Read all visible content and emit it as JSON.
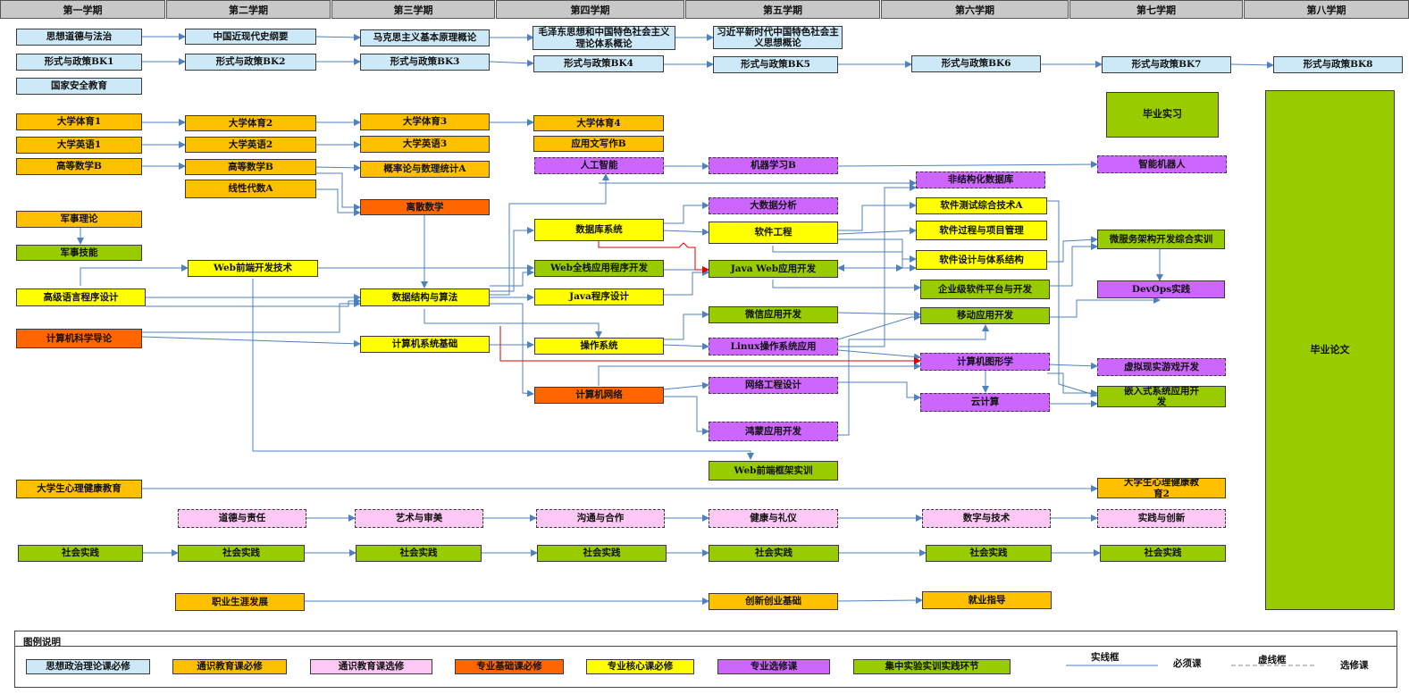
{
  "semesters": [
    "第一学期",
    "第二学期",
    "第三学期",
    "第四学期",
    "第五学期",
    "第六学期",
    "第七学期",
    "第八学期"
  ],
  "courses": {
    "sxdd": "思想道德与法治",
    "zgjd": "中国近现代史纲要",
    "mksz": "马克思主义基本原理概论",
    "mzdsx": "毛泽东思想和中国特色社会主义理论体系概论",
    "xjp": "习近平新时代中国特色社会主义思想概论",
    "xszc1": "形式与政策BK1",
    "xszc2": "形式与政策BK2",
    "xszc3": "形式与政策BK3",
    "xszc4": "形式与政策BK4",
    "xszc5": "形式与政策BK5",
    "xszc6": "形式与政策BK6",
    "xszc7": "形式与政策BK7",
    "xszc8": "形式与政策BK8",
    "gjaq": "国家安全教育",
    "ty1": "大学体育1",
    "ty2": "大学体育2",
    "ty3": "大学体育3",
    "ty4": "大学体育4",
    "yy1": "大学英语1",
    "yy2": "大学英语2",
    "yy3": "大学英语3",
    "yywx": "应用文写作B",
    "gdsx1": "高等数学B",
    "gdsx2": "高等数学B",
    "gll": "概率论与数理统计A",
    "xxds": "线性代数A",
    "lsss": "离散数学",
    "jsll": "军事理论",
    "jsjn": "军事技能",
    "web": "Web前端开发技术",
    "gjyy": "高级语言程序设计",
    "jsjdl": "计算机科学导论",
    "sjjg": "数据结构与算法",
    "jsjxt": "计算机系统基础",
    "rgzn": "人工智能",
    "sjk": "数据库系统",
    "webqz": "Web全栈应用程序开发",
    "java": "Java程序设计",
    "czxt": "操作系统",
    "jsjwl": "计算机网络",
    "jqxx": "机器学习B",
    "dsj": "大数据分析",
    "rjgc": "软件工程",
    "javaweb": "Java Web应用开发",
    "wxyy": "微信应用开发",
    "linux": "Linux操作系统应用",
    "wlgc": "网络工程设计",
    "hmyy": "鸿蒙应用开发",
    "webkj": "Web前端框架实训",
    "fjgh": "非结构化数据库",
    "rjcs": "软件测试综合技术A",
    "rjgl": "软件过程与项目管理",
    "rjsj": "软件设计与体系结构",
    "qyj": "企业级软件平台与开发",
    "yddk": "移动应用开发",
    "jsjtx": "计算机图形学",
    "yjs": "云计算",
    "byxs": "毕业实习",
    "zhjqr": "智能机器人",
    "wfw": "微服务架构开发综合实训",
    "devops": "DevOps实践",
    "xnxs": "虚拟现实游戏开发",
    "qrs": "嵌入式系统应用开发",
    "bylw": "毕业论文",
    "xl1": "大学生心理健康教育",
    "xl2": "大学生心理健康教育2",
    "ddzr": "道德与责任",
    "ysmy": "艺术与审美",
    "gthz": "沟通与合作",
    "jkly": "健康与礼仪",
    "szjs": "数字与技术",
    "sjcx": "实践与创新",
    "shsj": "社会实践",
    "zysy": "职业生涯发展",
    "cxcy": "创新创业基础",
    "jyzd": "就业指导"
  },
  "legend": {
    "title": "图例说明",
    "pol": "思想政治理论课必修",
    "gen": "通识教育课必修",
    "opt": "通识教育课选修",
    "base": "专业基础课必修",
    "core": "专业核心课必修",
    "elec": "专业选修课",
    "prac": "集中实验实训实践环节",
    "solid": "实线框",
    "required": "必须课",
    "dashed": "虚线框",
    "elective": "选修课"
  },
  "colors": {
    "politics": "#cde9f7",
    "general_required": "#ffc000",
    "general_elective": "#fbc9f4",
    "foundation": "#ff6600",
    "core": "#ffff00",
    "major_elective": "#cc66ff",
    "practice": "#99cc00",
    "arrow": "#4f81bd",
    "arrow_red": "#e00000"
  }
}
